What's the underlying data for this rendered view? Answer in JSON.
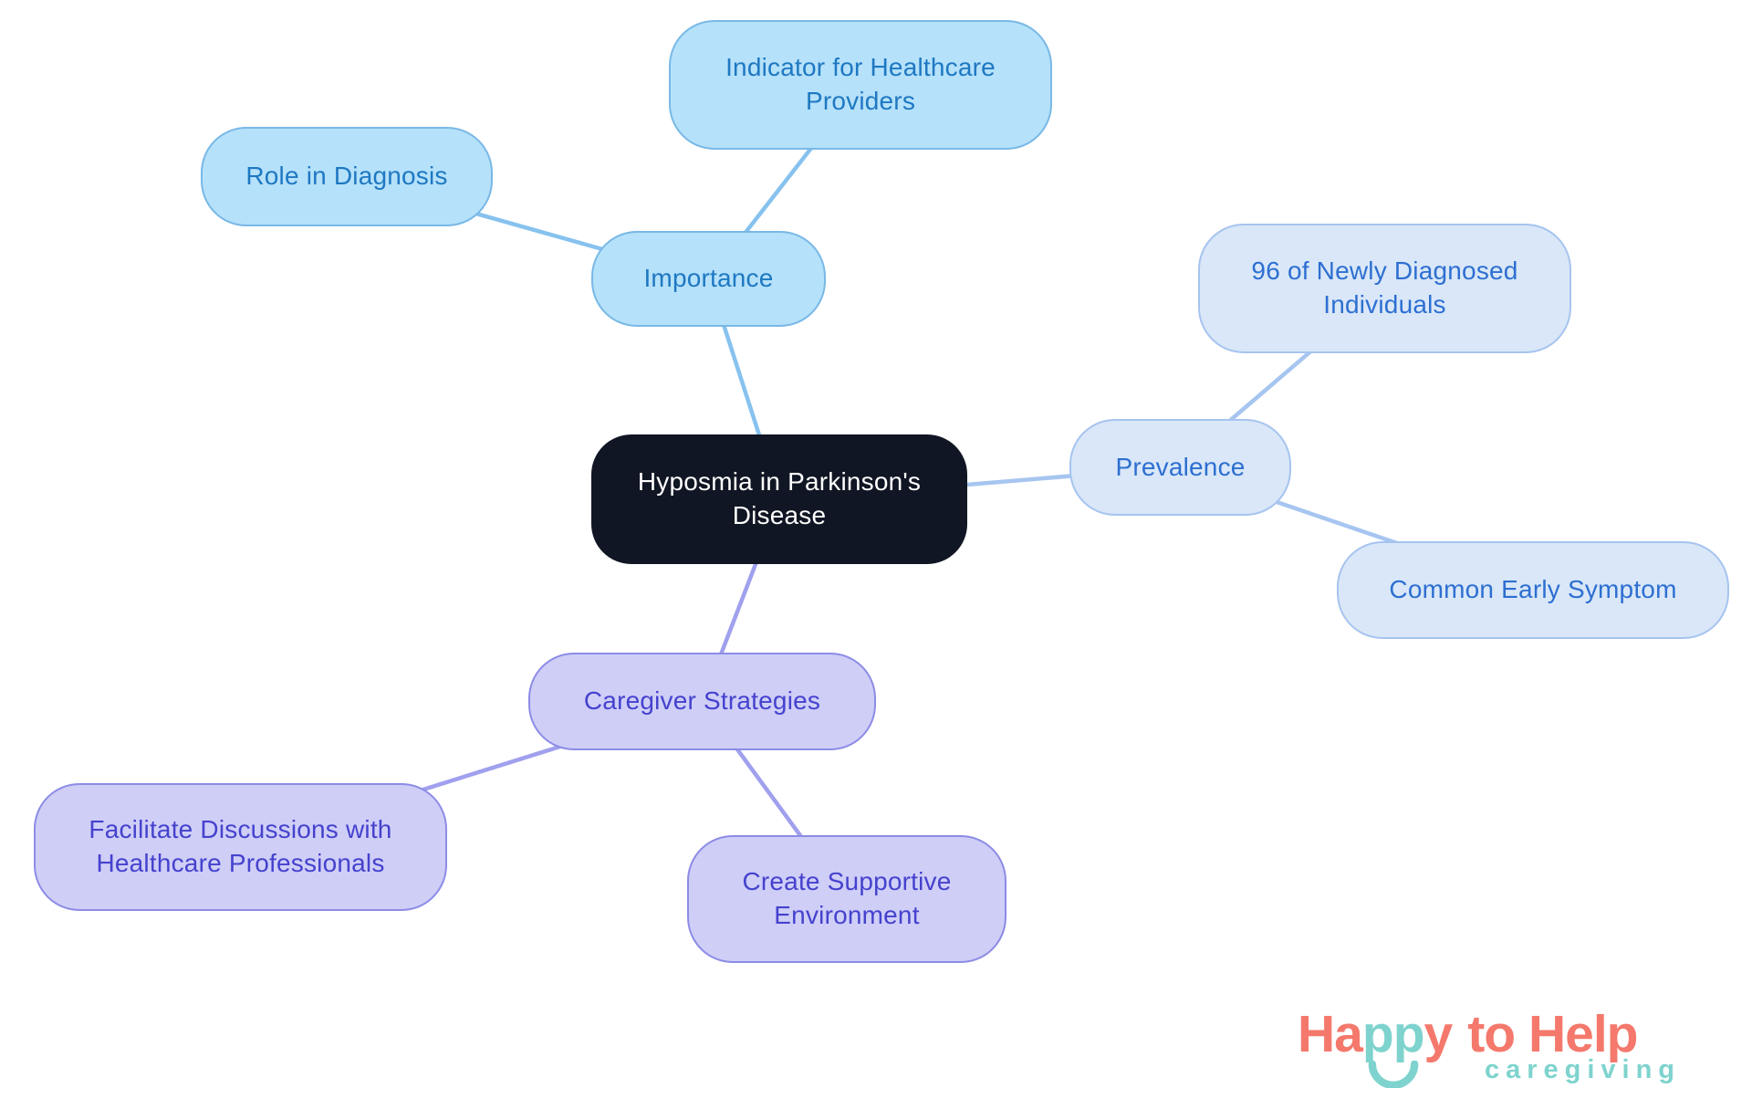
{
  "mindmap": {
    "central": {
      "label": "Hyposmia in Parkinson's Disease",
      "fill": "#101623",
      "text_color": "#FFFFFF"
    },
    "branches": [
      {
        "id": "importance",
        "label": "Importance",
        "fill": "#B5E1FA",
        "border": "#79B8E6",
        "text_color": "#1E78C2",
        "edge_color": "#87C2EF",
        "children": [
          {
            "label": "Role in Diagnosis"
          },
          {
            "label": "Indicator for Healthcare Providers"
          }
        ]
      },
      {
        "id": "prevalence",
        "label": "Prevalence",
        "fill": "#D9E7F8",
        "border": "#A6C4EF",
        "text_color": "#2D6FD1",
        "edge_color": "#A6C5F0",
        "children": [
          {
            "label": "96 of Newly Diagnosed Individuals"
          },
          {
            "label": "Common Early Symptom"
          }
        ]
      },
      {
        "id": "caregiver-strategies",
        "label": "Caregiver Strategies",
        "fill": "#CFCEF7",
        "border": "#8C8CE6",
        "text_color": "#4542CE",
        "edge_color": "#A0A0EE",
        "children": [
          {
            "label": "Facilitate Discussions with Healthcare Professionals"
          },
          {
            "label": "Create Supportive Environment"
          }
        ]
      }
    ]
  },
  "logo": {
    "part_ha": "Ha",
    "part_pp": "pp",
    "part_y": "y",
    "part_rest": "to Help",
    "subtitle": "caregiving",
    "coral": "#F4796C",
    "teal": "#7ED3CE"
  }
}
